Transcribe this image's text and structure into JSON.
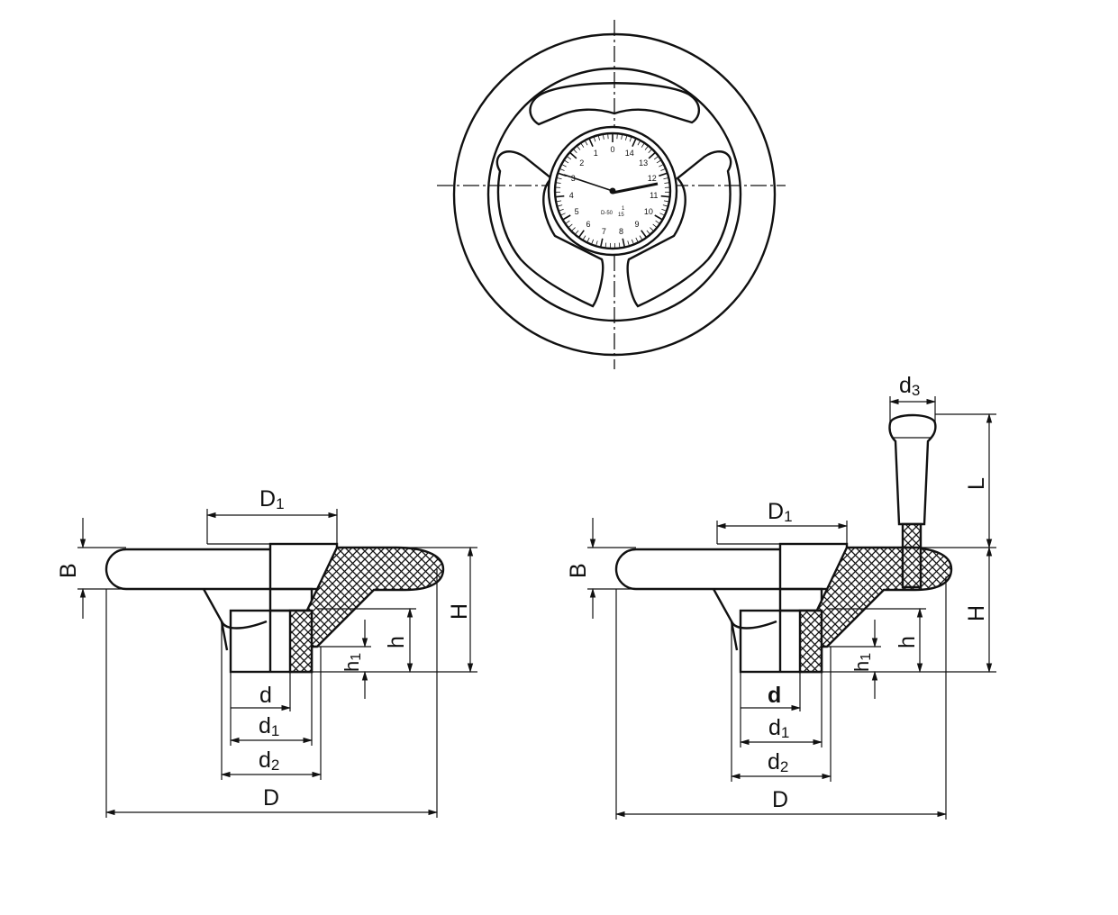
{
  "dial": {
    "numbers": [
      "0",
      "1",
      "2",
      "3",
      "4",
      "5",
      "6",
      "7",
      "8",
      "9",
      "10",
      "11",
      "12",
      "13",
      "14"
    ],
    "mark": "D-50",
    "fraction_num": "1",
    "fraction_den": "15"
  },
  "left_view": {
    "D1": {
      "main": "D",
      "sub": "1"
    },
    "B": "B",
    "H": "H",
    "h": "h",
    "h1": {
      "main": "h",
      "sub": "1"
    },
    "d": "d",
    "d1": {
      "main": "d",
      "sub": "1"
    },
    "d2": {
      "main": "d",
      "sub": "2"
    },
    "D": "D"
  },
  "right_view": {
    "d3": {
      "main": "d",
      "sub": "3"
    },
    "L": "L",
    "D1": {
      "main": "D",
      "sub": "1"
    },
    "B": "B",
    "H": "H",
    "h": "h",
    "h1": {
      "main": "h",
      "sub": "1"
    },
    "d": "d",
    "d1": {
      "main": "d",
      "sub": "1"
    },
    "d2": {
      "main": "d",
      "sub": "2"
    },
    "D": "D"
  }
}
